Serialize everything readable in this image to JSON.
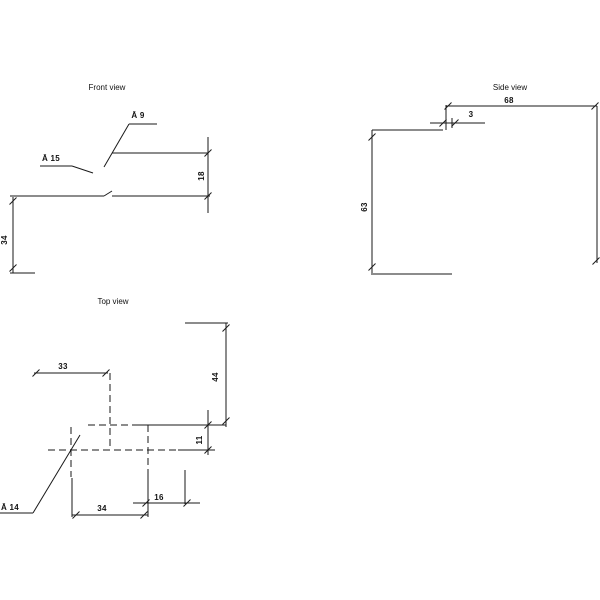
{
  "app": {
    "background": "#ffffff",
    "line_color": "#1a1a1a"
  },
  "views": {
    "front": {
      "title": "Front view",
      "labels": {
        "dia9": "Ā 9",
        "dia15": "Ā 15",
        "h18": "18",
        "h34": "34"
      }
    },
    "side": {
      "title": "Side view",
      "labels": {
        "w68": "68",
        "w3": "3",
        "h63": "63"
      }
    },
    "top": {
      "title": "Top view",
      "labels": {
        "w33": "33",
        "h44": "44",
        "h11": "11",
        "w16": "16",
        "w34": "34",
        "dia14": "Ā 14"
      }
    }
  },
  "geometry": {
    "solid": [
      [
        112,
        153,
        208,
        153
      ],
      [
        10,
        196,
        104,
        196
      ],
      [
        104,
        196,
        112,
        191
      ],
      [
        112,
        196,
        210,
        196
      ],
      [
        208,
        137,
        208,
        213
      ],
      [
        129,
        124,
        157,
        124
      ],
      [
        129,
        124,
        104,
        167
      ],
      [
        40,
        166,
        72,
        166
      ],
      [
        72,
        166,
        93,
        173
      ],
      [
        13,
        197,
        13,
        273
      ],
      [
        10,
        273,
        35,
        273
      ],
      [
        446,
        106,
        597,
        106
      ],
      [
        446,
        105,
        446,
        130
      ],
      [
        430,
        123,
        485,
        123
      ],
      [
        452,
        118,
        452,
        128
      ],
      [
        372,
        130,
        443,
        130
      ],
      [
        372,
        130,
        372,
        273
      ],
      [
        371,
        274,
        452,
        274
      ],
      [
        597,
        106,
        597,
        263
      ],
      [
        185,
        323,
        228,
        323
      ],
      [
        226,
        323,
        226,
        427
      ],
      [
        34,
        373,
        108,
        373
      ],
      [
        135,
        425,
        226,
        425
      ],
      [
        178,
        450,
        215,
        450
      ],
      [
        72,
        478,
        72,
        517
      ],
      [
        148,
        470,
        148,
        517
      ],
      [
        208,
        410,
        208,
        455
      ],
      [
        133,
        503,
        200,
        503
      ],
      [
        185,
        470,
        185,
        504
      ],
      [
        72,
        515,
        148,
        515
      ],
      [
        0,
        513,
        33,
        513
      ],
      [
        33,
        513,
        80,
        435
      ]
    ],
    "dashed": [
      [
        110,
        373,
        110,
        447
      ],
      [
        88,
        425,
        135,
        425
      ],
      [
        48,
        450,
        178,
        450
      ],
      [
        71,
        427,
        71,
        477
      ],
      [
        148,
        425,
        148,
        470
      ]
    ],
    "ticks": [
      [
        208,
        153
      ],
      [
        208,
        196
      ],
      [
        13,
        201
      ],
      [
        13,
        268
      ],
      [
        448,
        106
      ],
      [
        595,
        106
      ],
      [
        443,
        123
      ],
      [
        455,
        123
      ],
      [
        372,
        137
      ],
      [
        372,
        267
      ],
      [
        596,
        261
      ],
      [
        36,
        373
      ],
      [
        106,
        373
      ],
      [
        226,
        328
      ],
      [
        226,
        421
      ],
      [
        208,
        425
      ],
      [
        208,
        450
      ],
      [
        146,
        503
      ],
      [
        187,
        503
      ],
      [
        76,
        515
      ],
      [
        144,
        515
      ]
    ]
  }
}
